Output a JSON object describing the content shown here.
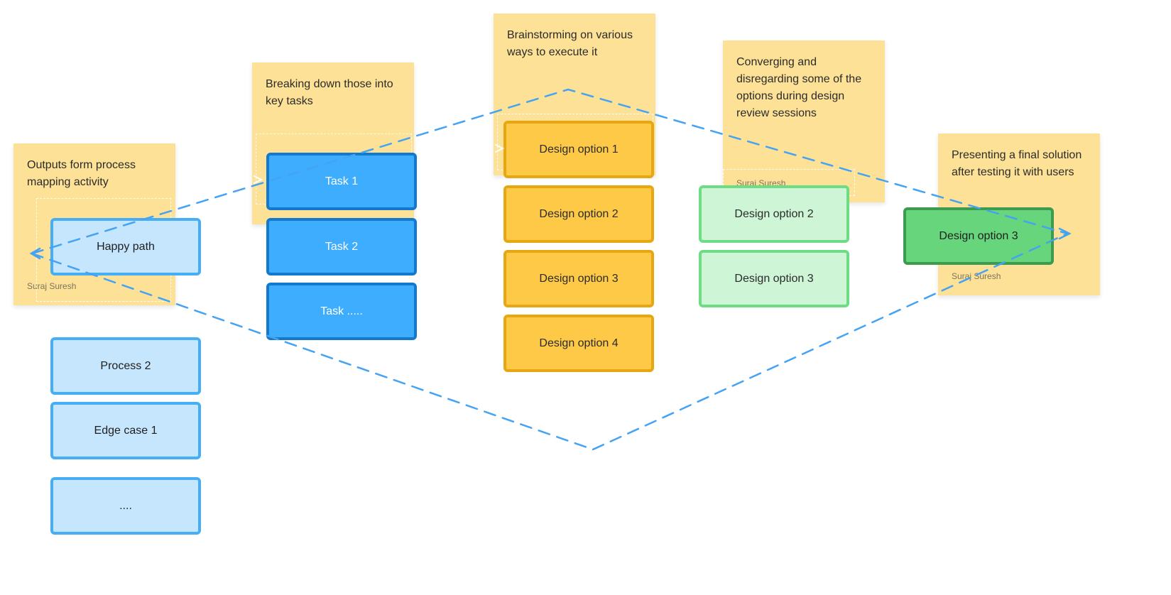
{
  "colors": {
    "sticky": "#fde196",
    "connector": "#45a3f3",
    "light_blue": "#c6e6fd",
    "blue": "#3eadfd",
    "yellow": "#fec946",
    "light_green": "#cdf5d6",
    "green": "#66d57b"
  },
  "notes": [
    {
      "text": "Outputs form process mapping activity",
      "author": "Suraj Suresh"
    },
    {
      "text": "Breaking down those into key tasks"
    },
    {
      "text": "Brainstorming on various ways to execute it"
    },
    {
      "text": "Converging and disregarding some of the options during design review sessions",
      "author": "Suraj Suresh"
    },
    {
      "text": "Presenting a final solution after testing it with users",
      "author": "Suraj Suresh"
    }
  ],
  "column1": [
    "Happy path",
    "Process 2",
    "Edge case 1",
    "...."
  ],
  "column2": [
    "Task 1",
    "Task 2",
    "Task ....."
  ],
  "column3": [
    "Design option 1",
    "Design option 2",
    "Design option 3",
    "Design option 4"
  ],
  "column4": [
    "Design option 2",
    "Design option 3"
  ],
  "column5": [
    "Design option 3"
  ],
  "icons": {
    "connector": "dashed-diamond-arrow"
  }
}
